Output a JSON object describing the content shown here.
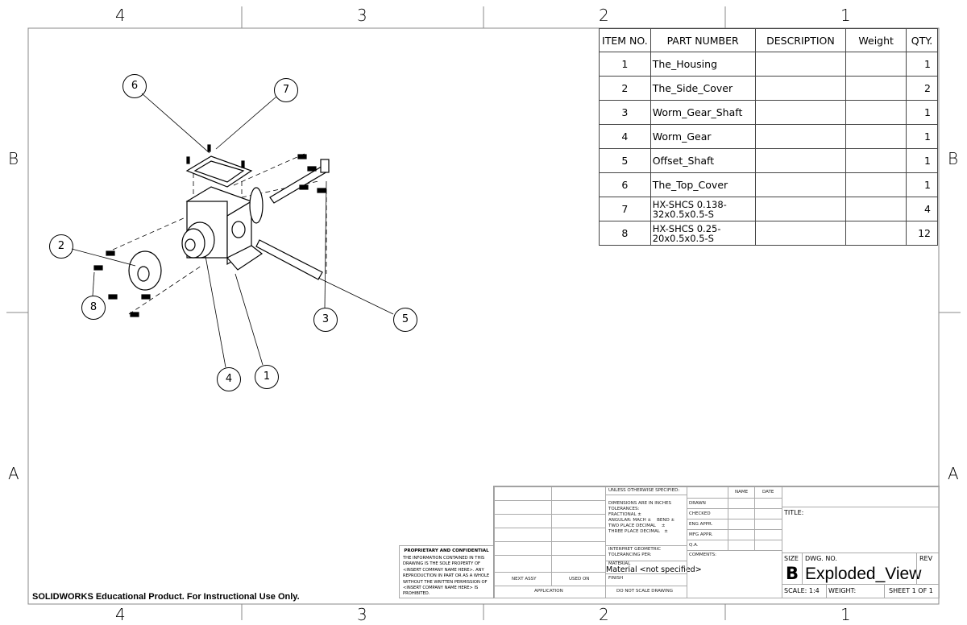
{
  "zones": {
    "columns": [
      "4",
      "3",
      "2",
      "1"
    ],
    "rows": [
      "B",
      "A"
    ]
  },
  "bom": {
    "headers": [
      "ITEM NO.",
      "PART NUMBER",
      "DESCRIPTION",
      "Weight",
      "QTY."
    ],
    "rows": [
      {
        "item": "1",
        "part": "The_Housing",
        "desc": "",
        "weight": "",
        "qty": "1"
      },
      {
        "item": "2",
        "part": "The_Side_Cover",
        "desc": "",
        "weight": "",
        "qty": "2"
      },
      {
        "item": "3",
        "part": "Worm_Gear_Shaft",
        "desc": "",
        "weight": "",
        "qty": "1"
      },
      {
        "item": "4",
        "part": "Worm_Gear",
        "desc": "",
        "weight": "",
        "qty": "1"
      },
      {
        "item": "5",
        "part": "Offset_Shaft",
        "desc": "",
        "weight": "",
        "qty": "1"
      },
      {
        "item": "6",
        "part": "The_Top_Cover",
        "desc": "",
        "weight": "",
        "qty": "1"
      },
      {
        "item": "7",
        "part": "HX-SHCS 0.138-32x0.5x0.5-S",
        "desc": "",
        "weight": "",
        "qty": "4"
      },
      {
        "item": "8",
        "part": "HX-SHCS 0.25-20x0.5x0.5-S",
        "desc": "",
        "weight": "",
        "qty": "12"
      }
    ]
  },
  "balloons": [
    "6",
    "7",
    "2",
    "8",
    "3",
    "5",
    "4",
    "1"
  ],
  "title_block": {
    "unless": "UNLESS OTHERWISE SPECIFIED:",
    "name": "NAME",
    "date": "DATE",
    "dims": "DIMENSIONS ARE IN INCHES",
    "tolerances": "TOLERANCES:",
    "fractional": "FRACTIONAL ±",
    "angular": "ANGULAR: MACH ±    BEND ±",
    "two_place": "TWO PLACE DECIMAL    ±",
    "three_place": "THREE PLACE DECIMAL   ±",
    "interpret": "INTERPRET GEOMETRIC",
    "tolerancing": "TOLERANCING PER:",
    "material_label": "MATERIAL",
    "material": "Material <not specified>",
    "finish": "FINISH",
    "next_assy": "NEXT ASSY",
    "used_on": "USED ON",
    "application": "APPLICATION",
    "do_not_scale": "DO NOT SCALE DRAWING",
    "drawn": "DRAWN",
    "checked": "CHECKED",
    "eng_appr": "ENG APPR.",
    "mfg_appr": "MFG APPR.",
    "qa": "Q.A.",
    "comments": "COMMENTS:",
    "title": "TITLE:",
    "size_label": "SIZE",
    "size": "B",
    "dwg_no_label": "DWG.  NO.",
    "dwg_no": "Exploded_View",
    "rev": "REV",
    "scale": "SCALE: 1:4",
    "weight": "WEIGHT:",
    "sheet": "SHEET 1 OF 1"
  },
  "proprietary": {
    "heading": "PROPRIETARY AND CONFIDENTIAL",
    "body": "THE INFORMATION CONTAINED IN THIS DRAWING IS THE SOLE PROPERTY OF <INSERT COMPANY NAME HERE>.  ANY REPRODUCTION IN PART OR AS A WHOLE WITHOUT THE WRITTEN PERMISSION OF <INSERT COMPANY NAME HERE> IS PROHIBITED."
  },
  "footer": "SOLIDWORKS Educational Product. For Instructional Use Only."
}
